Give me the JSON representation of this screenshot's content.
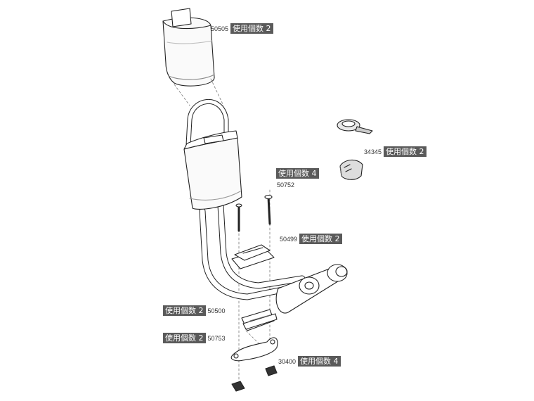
{
  "parts": {
    "p50505": {
      "number": "50505",
      "qty": "使用個数 2"
    },
    "p34345": {
      "number": "34345",
      "qty": "使用個数 2"
    },
    "p50752": {
      "number": "50752",
      "qty": "使用個数 4"
    },
    "p50499": {
      "number": "50499",
      "qty": "使用個数 2"
    },
    "p50500": {
      "number": "50500",
      "qty": "使用個数 2"
    },
    "p50753": {
      "number": "50753",
      "qty": "使用個数 2"
    },
    "p30400": {
      "number": "30400",
      "qty": "使用個数 4"
    }
  }
}
